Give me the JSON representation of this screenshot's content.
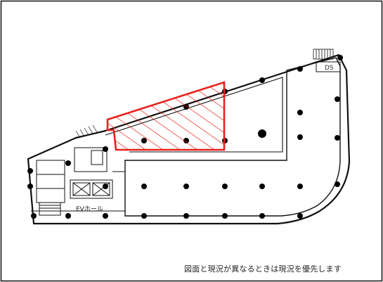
{
  "labels": {
    "ds": "DS",
    "ev_hall": "EVホール"
  },
  "footnote": "図面と現況が異なるときは現況を優先します",
  "colors": {
    "line": "#111111",
    "highlight": "#e8211c",
    "background": "#ffffff"
  }
}
